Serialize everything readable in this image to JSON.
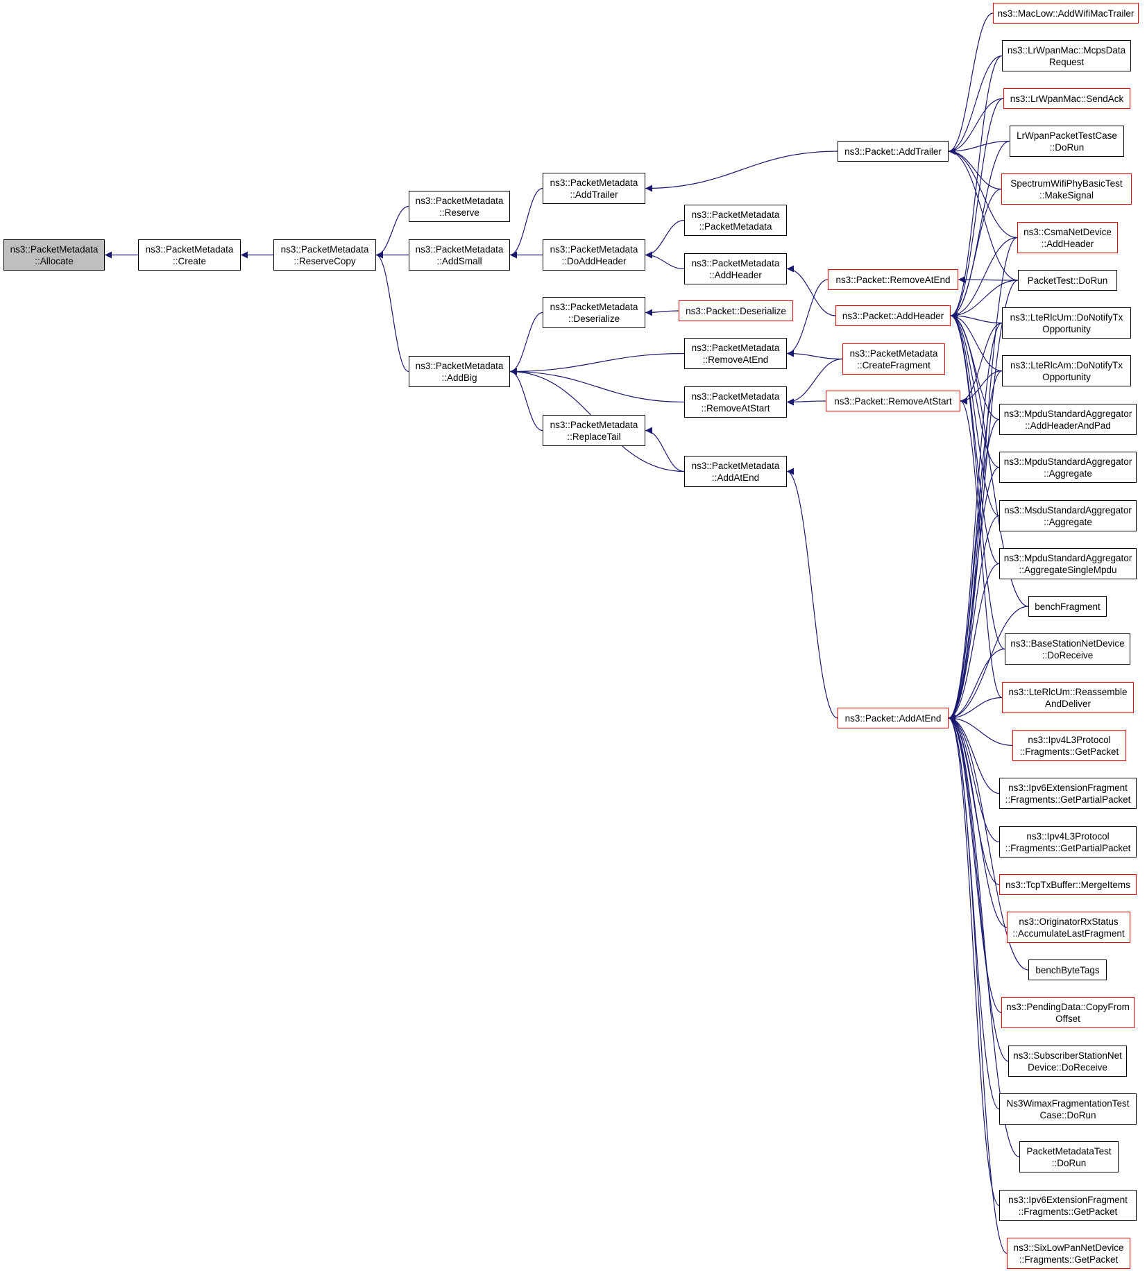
{
  "colors": {
    "edge": "#191970",
    "node_border": "#000000",
    "truncated_border": "#ff0000",
    "root_fill": "#bfbfbf"
  },
  "nodes": [
    {
      "id": "allocate",
      "lines": [
        "ns3::PacketMetadata",
        "::Allocate"
      ],
      "style": "root"
    },
    {
      "id": "create",
      "lines": [
        "ns3::PacketMetadata",
        "::Create"
      ],
      "style": "normal"
    },
    {
      "id": "reservecopy",
      "lines": [
        "ns3::PacketMetadata",
        "::ReserveCopy"
      ],
      "style": "normal"
    },
    {
      "id": "reserve",
      "lines": [
        "ns3::PacketMetadata",
        "::Reserve"
      ],
      "style": "normal"
    },
    {
      "id": "addsmall",
      "lines": [
        "ns3::PacketMetadata",
        "::AddSmall"
      ],
      "style": "normal"
    },
    {
      "id": "addbig",
      "lines": [
        "ns3::PacketMetadata",
        "::AddBig"
      ],
      "style": "normal"
    },
    {
      "id": "pm_addtrailer",
      "lines": [
        "ns3::PacketMetadata",
        "::AddTrailer"
      ],
      "style": "normal"
    },
    {
      "id": "doaddheader",
      "lines": [
        "ns3::PacketMetadata",
        "::DoAddHeader"
      ],
      "style": "normal"
    },
    {
      "id": "pm_deserialize",
      "lines": [
        "ns3::PacketMetadata",
        "::Deserialize"
      ],
      "style": "normal"
    },
    {
      "id": "replacetail",
      "lines": [
        "ns3::PacketMetadata",
        "::ReplaceTail"
      ],
      "style": "normal"
    },
    {
      "id": "pm_ctor",
      "lines": [
        "ns3::PacketMetadata",
        "::PacketMetadata"
      ],
      "style": "normal"
    },
    {
      "id": "pm_addheader",
      "lines": [
        "ns3::PacketMetadata",
        "::AddHeader"
      ],
      "style": "normal"
    },
    {
      "id": "p_deserialize",
      "lines": [
        "ns3::Packet::Deserialize"
      ],
      "style": "truncated"
    },
    {
      "id": "pm_removeatend",
      "lines": [
        "ns3::PacketMetadata",
        "::RemoveAtEnd"
      ],
      "style": "normal"
    },
    {
      "id": "pm_removeatstart",
      "lines": [
        "ns3::PacketMetadata",
        "::RemoveAtStart"
      ],
      "style": "normal"
    },
    {
      "id": "pm_addatend",
      "lines": [
        "ns3::PacketMetadata",
        "::AddAtEnd"
      ],
      "style": "normal"
    },
    {
      "id": "p_addtrailer",
      "lines": [
        "ns3::Packet::AddTrailer"
      ],
      "style": "normal"
    },
    {
      "id": "p_removeatend",
      "lines": [
        "ns3::Packet::RemoveAtEnd"
      ],
      "style": "truncated"
    },
    {
      "id": "p_addheader",
      "lines": [
        "ns3::Packet::AddHeader"
      ],
      "style": "truncated"
    },
    {
      "id": "createfragment",
      "lines": [
        "ns3::PacketMetadata",
        "::CreateFragment"
      ],
      "style": "truncated"
    },
    {
      "id": "p_removeatstart",
      "lines": [
        "ns3::Packet::RemoveAtStart"
      ],
      "style": "truncated"
    },
    {
      "id": "p_addatend",
      "lines": [
        "ns3::Packet::AddAtEnd"
      ],
      "style": "truncated"
    },
    {
      "id": "maclow",
      "lines": [
        "ns3::MacLow::AddWifiMacTrailer"
      ],
      "style": "truncated"
    },
    {
      "id": "mcps",
      "lines": [
        "ns3::LrWpanMac::McpsData",
        "Request"
      ],
      "style": "normal"
    },
    {
      "id": "sendack",
      "lines": [
        "ns3::LrWpanMac::SendAck"
      ],
      "style": "truncated"
    },
    {
      "id": "lrwpantc",
      "lines": [
        "LrWpanPacketTestCase",
        "::DoRun"
      ],
      "style": "normal"
    },
    {
      "id": "spectrum",
      "lines": [
        "SpectrumWifiPhyBasicTest",
        "::MakeSignal"
      ],
      "style": "truncated"
    },
    {
      "id": "csma",
      "lines": [
        "ns3::CsmaNetDevice",
        "::AddHeader"
      ],
      "style": "truncated"
    },
    {
      "id": "packettest",
      "lines": [
        "PacketTest::DoRun"
      ],
      "style": "normal"
    },
    {
      "id": "rlcum_tx",
      "lines": [
        "ns3::LteRlcUm::DoNotifyTx",
        "Opportunity"
      ],
      "style": "normal"
    },
    {
      "id": "rlcam_tx",
      "lines": [
        "ns3::LteRlcAm::DoNotifyTx",
        "Opportunity"
      ],
      "style": "normal"
    },
    {
      "id": "mpdu_pad",
      "lines": [
        "ns3::MpduStandardAggregator",
        "::AddHeaderAndPad"
      ],
      "style": "normal"
    },
    {
      "id": "mpdu_agg",
      "lines": [
        "ns3::MpduStandardAggregator",
        "::Aggregate"
      ],
      "style": "normal"
    },
    {
      "id": "msdu_agg",
      "lines": [
        "ns3::MsduStandardAggregator",
        "::Aggregate"
      ],
      "style": "normal"
    },
    {
      "id": "mpdu_single",
      "lines": [
        "ns3::MpduStandardAggregator",
        "::AggregateSingleMpdu"
      ],
      "style": "normal"
    },
    {
      "id": "benchfrag",
      "lines": [
        "benchFragment"
      ],
      "style": "normal"
    },
    {
      "id": "bsnd",
      "lines": [
        "ns3::BaseStationNetDevice",
        "::DoReceive"
      ],
      "style": "normal"
    },
    {
      "id": "rlcum_reas",
      "lines": [
        "ns3::LteRlcUm::Reassemble",
        "AndDeliver"
      ],
      "style": "truncated"
    },
    {
      "id": "ipv4_getpacket",
      "lines": [
        "ns3::Ipv4L3Protocol",
        "::Fragments::GetPacket"
      ],
      "style": "truncated"
    },
    {
      "id": "ipv6_partial",
      "lines": [
        "ns3::Ipv6ExtensionFragment",
        "::Fragments::GetPartialPacket"
      ],
      "style": "normal"
    },
    {
      "id": "ipv4_partial",
      "lines": [
        "ns3::Ipv4L3Protocol",
        "::Fragments::GetPartialPacket"
      ],
      "style": "normal"
    },
    {
      "id": "tcptx",
      "lines": [
        "ns3::TcpTxBuffer::MergeItems"
      ],
      "style": "truncated"
    },
    {
      "id": "originator",
      "lines": [
        "ns3::OriginatorRxStatus",
        "::AccumulateLastFragment"
      ],
      "style": "truncated"
    },
    {
      "id": "benchbyte",
      "lines": [
        "benchByteTags"
      ],
      "style": "normal"
    },
    {
      "id": "pending",
      "lines": [
        "ns3::PendingData::CopyFrom",
        "Offset"
      ],
      "style": "truncated"
    },
    {
      "id": "ssnd",
      "lines": [
        "ns3::SubscriberStationNet",
        "Device::DoReceive"
      ],
      "style": "normal"
    },
    {
      "id": "wimaxfrag",
      "lines": [
        "Ns3WimaxFragmentationTest",
        "Case::DoRun"
      ],
      "style": "normal"
    },
    {
      "id": "pmtest",
      "lines": [
        "PacketMetadataTest",
        "::DoRun"
      ],
      "style": "normal"
    },
    {
      "id": "ipv6_getpacket",
      "lines": [
        "ns3::Ipv6ExtensionFragment",
        "::Fragments::GetPacket"
      ],
      "style": "normal"
    },
    {
      "id": "sixlowpan",
      "lines": [
        "ns3::SixLowPanNetDevice",
        "::Fragments::GetPacket"
      ],
      "style": "truncated"
    }
  ],
  "edges": [
    [
      "create",
      "allocate"
    ],
    [
      "reservecopy",
      "create"
    ],
    [
      "reserve",
      "reservecopy"
    ],
    [
      "addsmall",
      "reservecopy"
    ],
    [
      "addbig",
      "reservecopy"
    ],
    [
      "pm_addtrailer",
      "addsmall"
    ],
    [
      "doaddheader",
      "addsmall"
    ],
    [
      "pm_deserialize",
      "addbig"
    ],
    [
      "pm_removeatend",
      "addbig"
    ],
    [
      "pm_removeatstart",
      "addbig"
    ],
    [
      "replacetail",
      "addbig"
    ],
    [
      "pm_addatend",
      "addbig"
    ],
    [
      "pm_ctor",
      "doaddheader"
    ],
    [
      "pm_addheader",
      "doaddheader"
    ],
    [
      "p_deserialize",
      "pm_deserialize"
    ],
    [
      "p_removeatend",
      "pm_removeatend"
    ],
    [
      "createfragment",
      "pm_removeatend"
    ],
    [
      "createfragment",
      "pm_removeatstart"
    ],
    [
      "p_removeatstart",
      "pm_removeatstart"
    ],
    [
      "pm_addatend",
      "replacetail"
    ],
    [
      "p_addatend",
      "pm_addatend"
    ],
    [
      "p_addtrailer",
      "pm_addtrailer"
    ],
    [
      "p_addheader",
      "pm_addheader"
    ],
    [
      "maclow",
      "p_addtrailer"
    ],
    [
      "mcps",
      "p_addtrailer"
    ],
    [
      "sendack",
      "p_addtrailer"
    ],
    [
      "lrwpantc",
      "p_addtrailer"
    ],
    [
      "spectrum",
      "p_addtrailer"
    ],
    [
      "csma",
      "p_addtrailer"
    ],
    [
      "packettest",
      "p_addtrailer"
    ],
    [
      "packettest",
      "p_removeatend"
    ],
    [
      "mcps",
      "p_addheader"
    ],
    [
      "sendack",
      "p_addheader"
    ],
    [
      "lrwpantc",
      "p_addheader"
    ],
    [
      "spectrum",
      "p_addheader"
    ],
    [
      "csma",
      "p_addheader"
    ],
    [
      "packettest",
      "p_addheader"
    ],
    [
      "rlcum_tx",
      "p_addheader"
    ],
    [
      "rlcam_tx",
      "p_addheader"
    ],
    [
      "mpdu_pad",
      "p_addheader"
    ],
    [
      "mpdu_agg",
      "p_addheader"
    ],
    [
      "msdu_agg",
      "p_addheader"
    ],
    [
      "mpdu_single",
      "p_addheader"
    ],
    [
      "benchfrag",
      "p_addheader"
    ],
    [
      "bsnd",
      "p_addheader"
    ],
    [
      "rlcum_tx",
      "p_removeatstart"
    ],
    [
      "rlcam_tx",
      "p_removeatstart"
    ],
    [
      "rlcum_reas",
      "p_removeatstart"
    ],
    [
      "csma",
      "p_addatend"
    ],
    [
      "packettest",
      "p_addatend"
    ],
    [
      "rlcum_tx",
      "p_addatend"
    ],
    [
      "rlcam_tx",
      "p_addatend"
    ],
    [
      "mpdu_pad",
      "p_addatend"
    ],
    [
      "mpdu_agg",
      "p_addatend"
    ],
    [
      "msdu_agg",
      "p_addatend"
    ],
    [
      "mpdu_single",
      "p_addatend"
    ],
    [
      "benchfrag",
      "p_addatend"
    ],
    [
      "bsnd",
      "p_addatend"
    ],
    [
      "rlcum_reas",
      "p_addatend"
    ],
    [
      "ipv4_getpacket",
      "p_addatend"
    ],
    [
      "ipv6_partial",
      "p_addatend"
    ],
    [
      "ipv4_partial",
      "p_addatend"
    ],
    [
      "tcptx",
      "p_addatend"
    ],
    [
      "originator",
      "p_addatend"
    ],
    [
      "benchbyte",
      "p_addatend"
    ],
    [
      "pending",
      "p_addatend"
    ],
    [
      "ssnd",
      "p_addatend"
    ],
    [
      "wimaxfrag",
      "p_addatend"
    ],
    [
      "pmtest",
      "p_addatend"
    ],
    [
      "ipv6_getpacket",
      "p_addatend"
    ],
    [
      "sixlowpan",
      "p_addatend"
    ]
  ]
}
